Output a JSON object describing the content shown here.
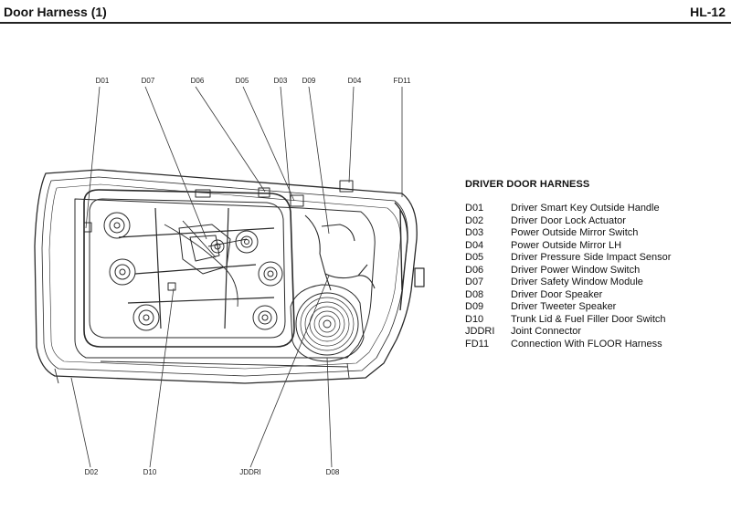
{
  "header": {
    "title": "Door Harness (1)",
    "page": "HL-12"
  },
  "callouts": {
    "top": [
      "D01",
      "D07",
      "D06",
      "D05",
      "D03",
      "D09",
      "D04",
      "FD11"
    ],
    "bottom": [
      "D02",
      "D10",
      "JDDRI",
      "D08"
    ]
  },
  "legend": {
    "title": "DRIVER DOOR HARNESS",
    "items": [
      {
        "code": "D01",
        "desc": "Driver Smart Key Outside Handle"
      },
      {
        "code": "D02",
        "desc": "Driver Door Lock Actuator"
      },
      {
        "code": "D03",
        "desc": "Power Outside Mirror Switch"
      },
      {
        "code": "D04",
        "desc": "Power Outside Mirror LH"
      },
      {
        "code": "D05",
        "desc": "Driver Pressure Side Impact Sensor"
      },
      {
        "code": "D06",
        "desc": "Driver Power Window Switch"
      },
      {
        "code": "D07",
        "desc": "Driver Safety Window Module"
      },
      {
        "code": "D08",
        "desc": "Driver Door Speaker"
      },
      {
        "code": "D09",
        "desc": "Driver Tweeter Speaker"
      },
      {
        "code": "D10",
        "desc": "Trunk Lid & Fuel Filler Door Switch"
      },
      {
        "code": "JDDRI",
        "desc": "Joint Connector"
      },
      {
        "code": "FD11",
        "desc": "Connection With FLOOR Harness"
      }
    ]
  }
}
